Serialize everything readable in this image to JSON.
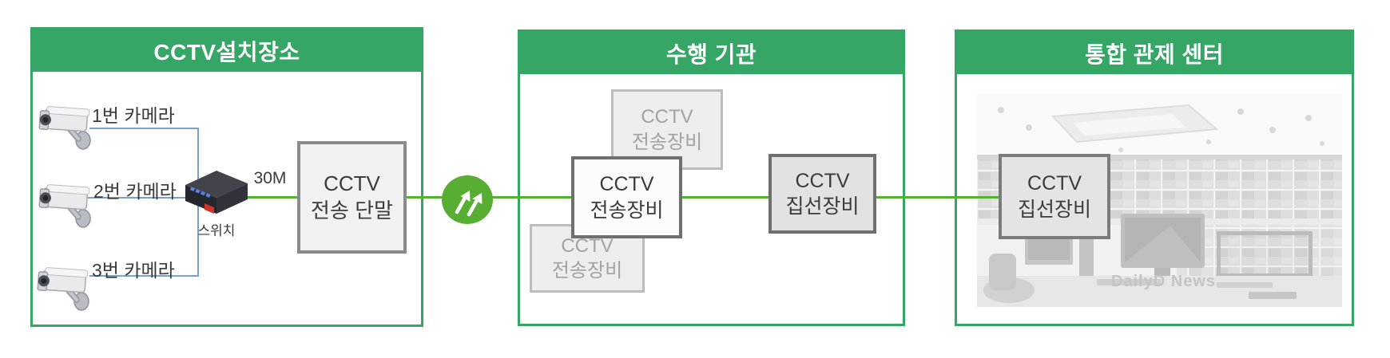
{
  "colors": {
    "section_green": "#35a666",
    "connector_green": "#55b231",
    "camera_cable_blue": "#7b9fd2",
    "transmit_circle_green": "#58ad33"
  },
  "sections": [
    {
      "title": "CCTV설치장소"
    },
    {
      "title": "수행 기관"
    },
    {
      "title": "통합 관제 센터"
    }
  ],
  "installation": {
    "cameras": [
      {
        "label": "1번 카메라"
      },
      {
        "label": "2번 카메라"
      },
      {
        "label": "3번 카메라"
      }
    ],
    "switch_label": "스위치",
    "bandwidth_label": "30M",
    "terminal_box": {
      "line1": "CCTV",
      "line2": "전송 단말"
    }
  },
  "agency": {
    "transport_back_top": {
      "line1": "CCTV",
      "line2": "전송장비"
    },
    "transport_front": {
      "line1": "CCTV",
      "line2": "전송장비"
    },
    "transport_back_bottom": {
      "line1": "CCTV",
      "line2": "전송장비"
    },
    "aggregation_box": {
      "line1": "CCTV",
      "line2": "집선장비"
    }
  },
  "control_center": {
    "aggregation_box": {
      "line1": "CCTV",
      "line2": "집선장비"
    },
    "photo_watermark": "DailyD News"
  }
}
